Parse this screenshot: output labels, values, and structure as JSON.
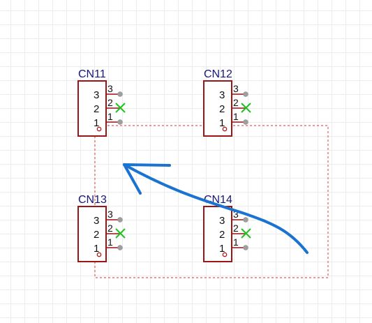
{
  "schematic": {
    "components": [
      {
        "ref": "CN11",
        "pins": [
          {
            "num": "3",
            "no_connect": false
          },
          {
            "num": "2",
            "no_connect": true
          },
          {
            "num": "1",
            "no_connect": false
          }
        ]
      },
      {
        "ref": "CN12",
        "pins": [
          {
            "num": "3",
            "no_connect": false
          },
          {
            "num": "2",
            "no_connect": true
          },
          {
            "num": "1",
            "no_connect": false
          }
        ]
      },
      {
        "ref": "CN13",
        "pins": [
          {
            "num": "3",
            "no_connect": false
          },
          {
            "num": "2",
            "no_connect": true
          },
          {
            "num": "1",
            "no_connect": false
          }
        ]
      },
      {
        "ref": "CN14",
        "pins": [
          {
            "num": "3",
            "no_connect": false
          },
          {
            "num": "2",
            "no_connect": true
          },
          {
            "num": "1",
            "no_connect": false
          }
        ]
      }
    ],
    "colors": {
      "reference_text": "#16167a",
      "component_outline": "#9a1515",
      "no_connect_marker": "#1fc21f",
      "selection_box": "#e85a5a",
      "annotation_arrow": "#1a73d1"
    }
  }
}
